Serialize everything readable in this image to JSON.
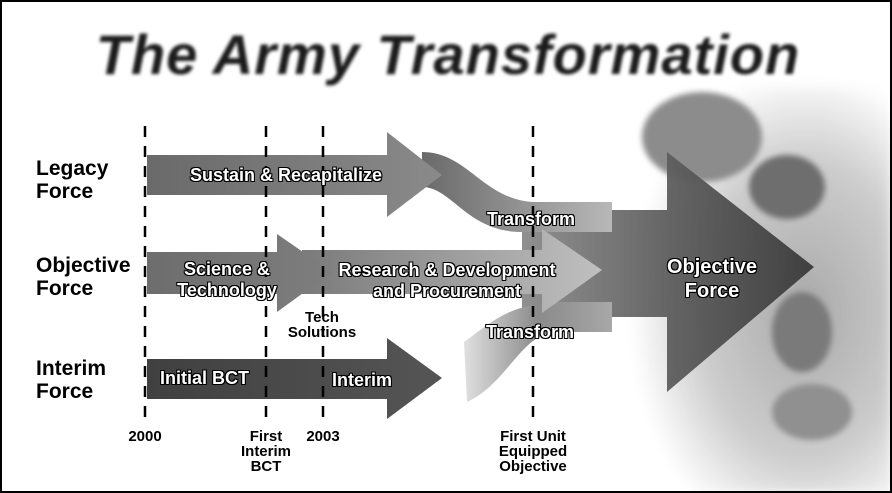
{
  "title": "The Army Transformation",
  "rows": {
    "legacy": [
      "Legacy",
      "Force"
    ],
    "objective": [
      "Objective",
      "Force"
    ],
    "interim": [
      "Interim",
      "Force"
    ]
  },
  "arrows": {
    "sustain": "Sustain & Recapitalize",
    "transform_top": "Transform",
    "science": [
      "Science &",
      "Technology"
    ],
    "research": [
      "Research & Development",
      "and Procurement"
    ],
    "transform_bottom": "Transform",
    "initial_bct": "Initial BCT",
    "interim": "Interim",
    "objective_force": [
      "Objective",
      "Force"
    ]
  },
  "tech_solutions": [
    "Tech",
    "Solutions"
  ],
  "milestones": {
    "y2000": "2000",
    "first_interim_bct": [
      "First",
      "Interim",
      "BCT"
    ],
    "y2003": "2003",
    "first_unit": [
      "First Unit",
      "Equipped",
      "Objective"
    ]
  },
  "colors": {
    "arrow_dark": "#3a3a3a",
    "arrow_mid": "#707070",
    "arrow_light": "#c8c8c8",
    "text": "#000000"
  }
}
